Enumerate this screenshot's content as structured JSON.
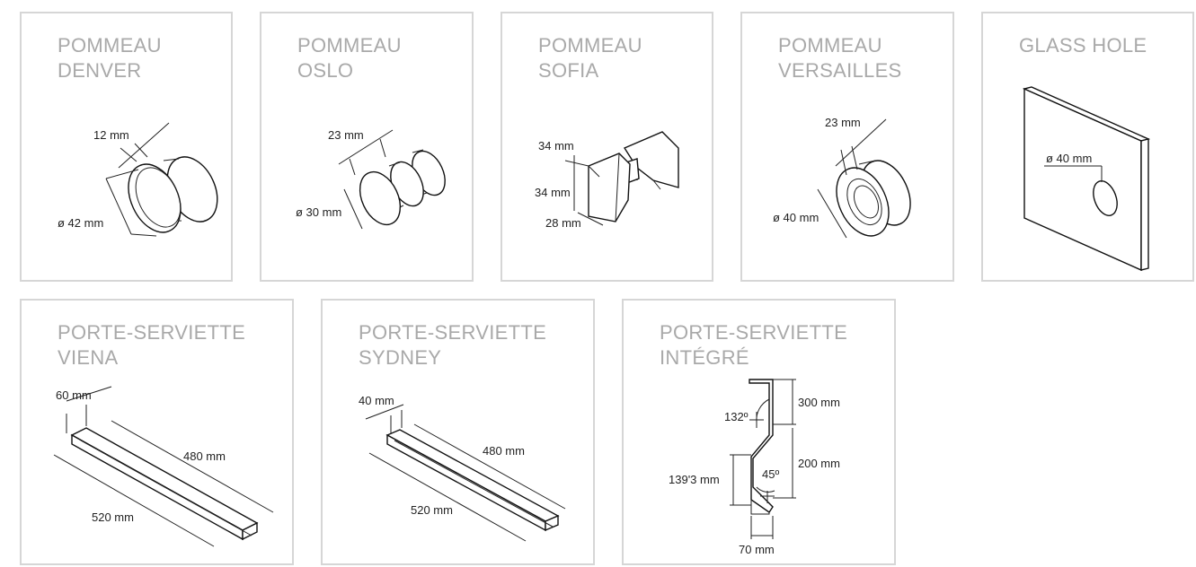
{
  "cards": {
    "denver": {
      "line1": "POMMEAU",
      "line2": "DENVER",
      "dims": [
        "12 mm",
        "ø 42 mm"
      ]
    },
    "oslo": {
      "line1": "POMMEAU",
      "line2": "OSLO",
      "dims": [
        "23 mm",
        "ø 30 mm"
      ]
    },
    "sofia": {
      "line1": "POMMEAU",
      "line2": "SOFIA",
      "dims": [
        "34 mm",
        "34 mm",
        "28 mm"
      ]
    },
    "versailles": {
      "line1": "POMMEAU",
      "line2": "VERSAILLES",
      "dims": [
        "23 mm",
        "ø 40 mm"
      ]
    },
    "glasshole": {
      "line1": "GLASS HOLE",
      "line2": "",
      "dims": [
        "ø 40 mm"
      ]
    },
    "viena": {
      "line1": "PORTE-SERVIETTE",
      "line2": "VIENA",
      "dims": [
        "60 mm",
        "480 mm",
        "520 mm"
      ]
    },
    "sydney": {
      "line1": "PORTE-SERVIETTE",
      "line2": "SYDNEY",
      "dims": [
        "40 mm",
        "480 mm",
        "520 mm"
      ]
    },
    "integre": {
      "line1": "PORTE-SERVIETTE",
      "line2": "INTÉGRÉ",
      "dims": [
        "300 mm",
        "132º",
        "200 mm",
        "139'3 mm",
        "45º",
        "70 mm"
      ]
    }
  }
}
